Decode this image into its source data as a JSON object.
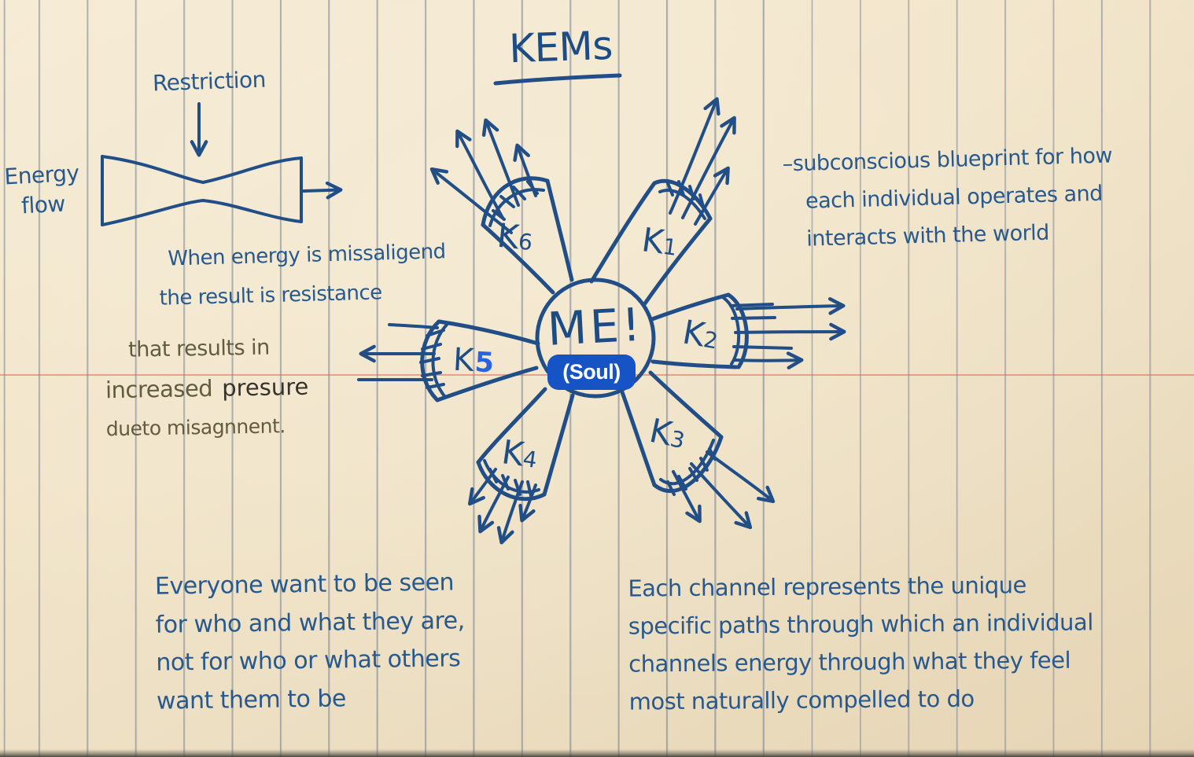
{
  "title": "KEMs",
  "restriction": {
    "label": "Restriction",
    "energy_flow": [
      "Energy",
      "flow"
    ]
  },
  "misalignment_note": {
    "blue_lines": [
      "When energy is missaligend",
      "the result is resistance"
    ],
    "olive_line1": "that results in",
    "olive_line2_a": "increased",
    "olive_line2_b": "presure",
    "olive_line3": "dueto misagnnent."
  },
  "blueprint_note": [
    "–subconscious blueprint for how",
    "each individual operates and",
    "interacts with the world"
  ],
  "center": {
    "label": "ME!",
    "soul_badge": "(Soul)"
  },
  "channels": {
    "k1": "K1",
    "k2": "K2",
    "k3": "K3",
    "k4": "K4",
    "k5_handwritten": "K",
    "k5_digital": "5",
    "k6": "K6"
  },
  "bottom_left_note": [
    "Everyone want to be seen",
    "for who and what they are,",
    "not for who or what others",
    "want them to be"
  ],
  "bottom_right_note": [
    "Each channel represents the unique",
    "specific paths through which an individual",
    "channels energy through what they feel",
    "most naturally compelled to do"
  ],
  "colors": {
    "paper": "#f0e3c8",
    "rule_line": "#828aa0",
    "red_rule": "#db6858",
    "ink_blue": "#27598f",
    "marker_blue": "#214e86",
    "olive_ink": "#615c40",
    "dark_ink": "#34332b",
    "digital_blue": "#2a63dd",
    "soul_badge_blue": "#1654c6"
  }
}
